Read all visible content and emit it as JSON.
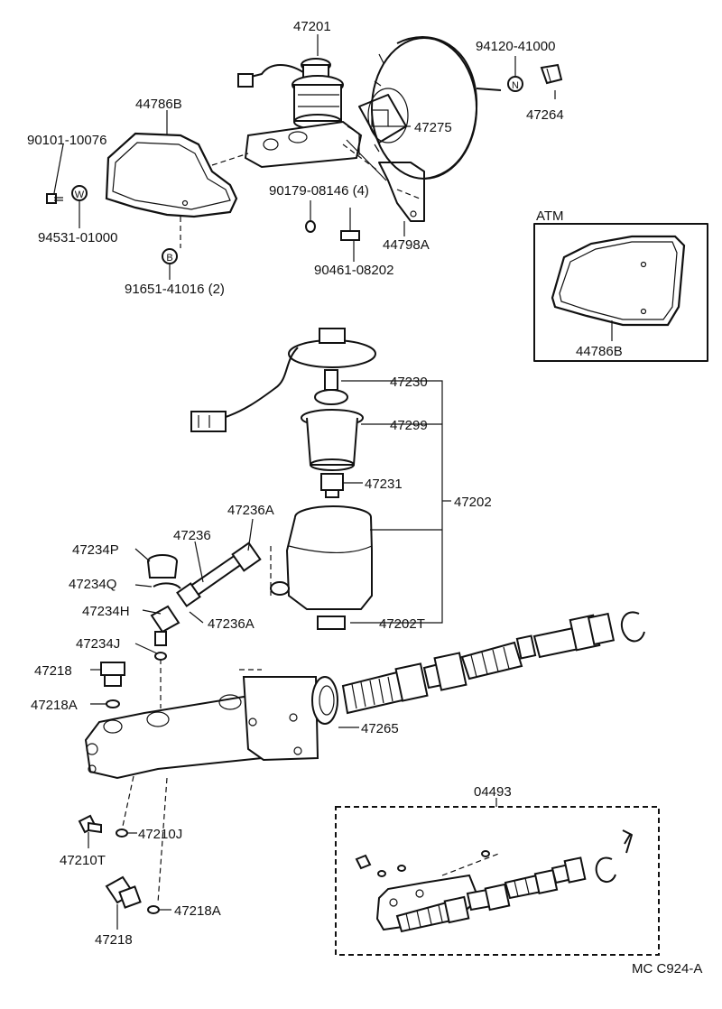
{
  "diagram": {
    "labels": {
      "p47201": "47201",
      "p94120": "94120-41000",
      "p44786B_top": "44786B",
      "p47275": "47275",
      "p47264": "47264",
      "p90101": "90101-10076",
      "p90179": "90179-08146 (4)",
      "p94531": "94531-01000",
      "p44798A": "44798A",
      "p90461": "90461-08202",
      "p91651": "91651-41016 (2)",
      "atm_title": "ATM",
      "p44786B_atm": "44786B",
      "p47230": "47230",
      "p47299": "47299",
      "p47231": "47231",
      "p47202": "47202",
      "p47236A_top": "47236A",
      "p47236": "47236",
      "p47234P": "47234P",
      "p47234Q": "47234Q",
      "p47234H": "47234H",
      "p47236A_bot": "47236A",
      "p47202T": "47202T",
      "p47234J": "47234J",
      "p47218_top": "47218",
      "p47218A_top": "47218A",
      "p47265": "47265",
      "p04493": "04493",
      "p47210J": "47210J",
      "p47210T": "47210T",
      "p47218A_bot": "47218A",
      "p47218_bot": "47218",
      "footer": "MC  C924-A"
    },
    "markers": {
      "N": "N",
      "W": "W",
      "B": "B"
    }
  }
}
